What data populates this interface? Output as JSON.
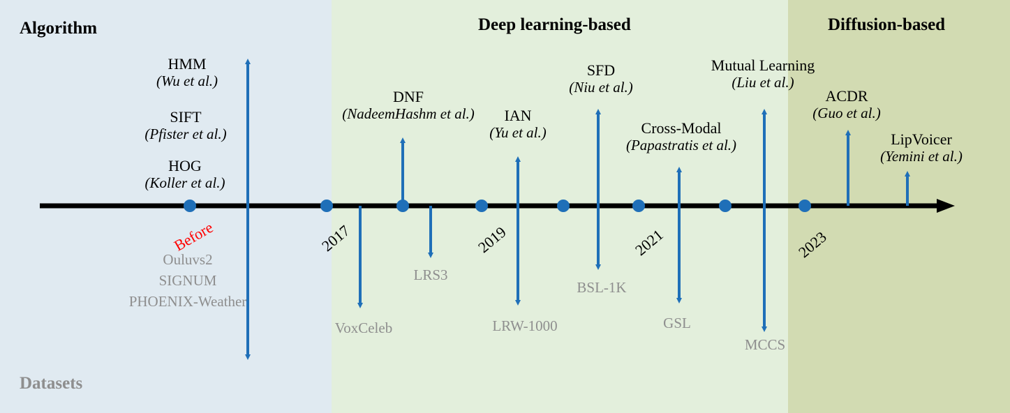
{
  "sections": {
    "algorithm_header": "Algorithm",
    "datasets_header": "Datasets",
    "deep_learning_header": "Deep learning-based",
    "diffusion_header": "Diffusion-based"
  },
  "timeline": {
    "before_label": "Before",
    "years": [
      "2017",
      "2019",
      "2021",
      "2023"
    ]
  },
  "early_algorithms": [
    {
      "name": "HMM",
      "author": "(Wu et al.)"
    },
    {
      "name": "SIFT",
      "author": "(Pfister et al.)"
    },
    {
      "name": "HOG",
      "author": "(Koller et al.)"
    }
  ],
  "early_datasets": [
    "Ouluvs2",
    "SIGNUM",
    "PHOENIX-Weather"
  ],
  "algorithms": [
    {
      "name": "DNF",
      "author": "(NadeemHashm et al.)"
    },
    {
      "name": "IAN",
      "author": "(Yu et al.)"
    },
    {
      "name": "SFD",
      "author": "(Niu et al.)"
    },
    {
      "name": "Cross-Modal",
      "author": "(Papastratis et al.)"
    },
    {
      "name": "Mutual Learning",
      "author": "(Liu et al.)"
    },
    {
      "name": "ACDR",
      "author": "(Guo et al.)"
    },
    {
      "name": "LipVoicer",
      "author": "(Yemini et al.)"
    }
  ],
  "datasets": [
    "VoxCeleb",
    "LRS3",
    "LRW-1000",
    "BSL-1K",
    "GSL",
    "MCCS"
  ],
  "colors": {
    "arrow": "#1f6fb8",
    "node": "#1f6fb8",
    "axis": "#000000",
    "dataset_text": "#8e8e8e",
    "before_text": "#ff0000",
    "bg_classic": "#e0eaf1",
    "bg_deep": "#e3efdc",
    "bg_diffusion": "#d2dbb2"
  }
}
